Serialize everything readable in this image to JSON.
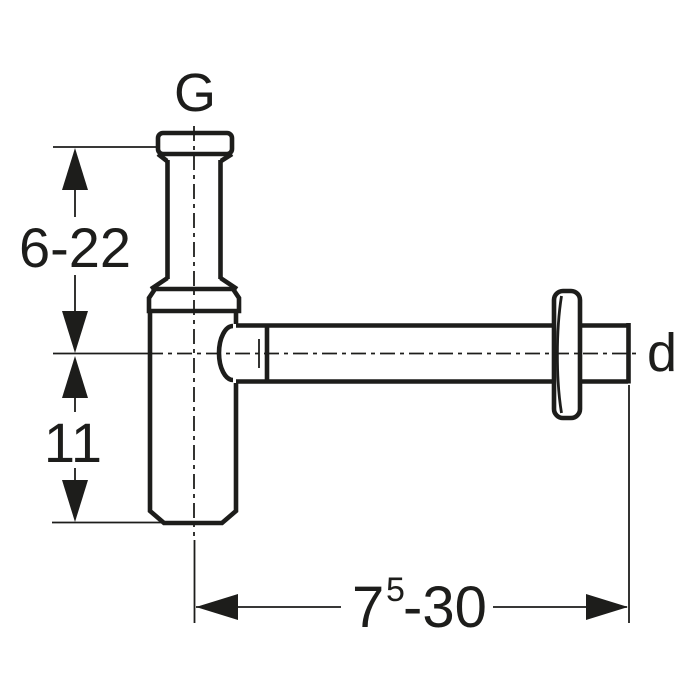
{
  "diagram": {
    "labels": {
      "inlet_thread": "G",
      "outlet_diameter": "d"
    },
    "dimensions": {
      "inlet_height_range": "6-22",
      "body_depth": "11",
      "outlet_length_base": "7",
      "outlet_length_superscript": "5",
      "outlet_length_rest": "-30"
    },
    "colors": {
      "line": "#1d1d1b",
      "background": "#ffffff"
    }
  }
}
